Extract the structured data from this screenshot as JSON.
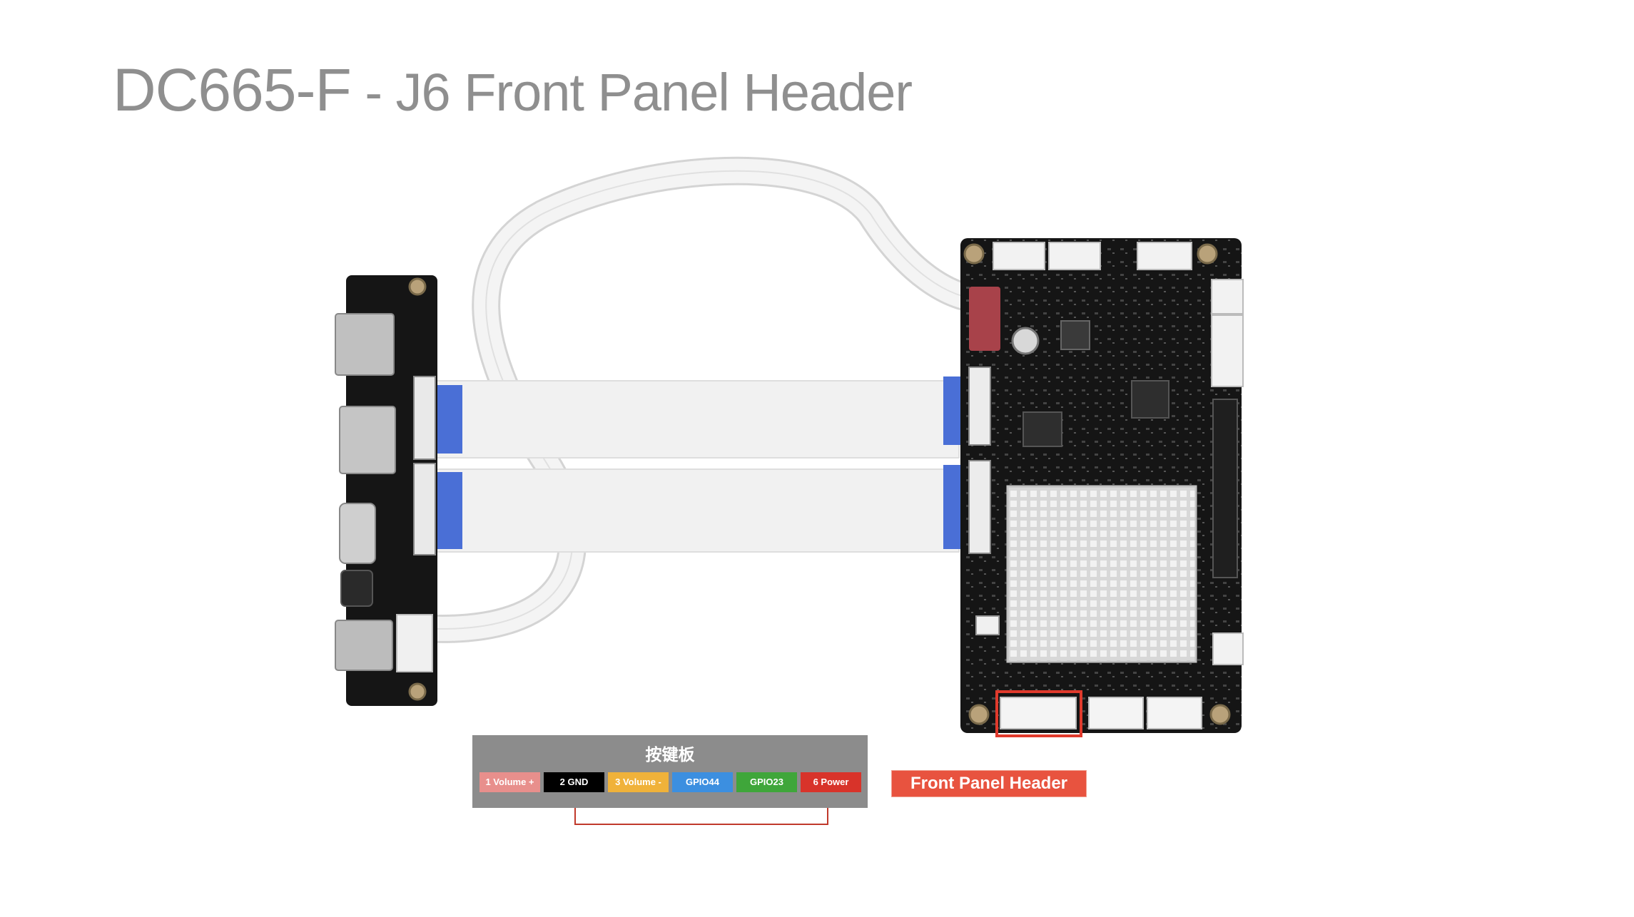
{
  "title": {
    "main": "DC665-F",
    "sep": " - ",
    "sub": "J6 Front Panel Header"
  },
  "pin_box": {
    "title": "按键板",
    "pins": [
      {
        "label": "1 Volume +",
        "color": "#e88f8c"
      },
      {
        "label": "2 GND",
        "color": "#000000"
      },
      {
        "label": "3 Volume -",
        "color": "#f0b23a"
      },
      {
        "label": "GPIO44",
        "color": "#3c8fe0"
      },
      {
        "label": "GPIO23",
        "color": "#3fa63a"
      },
      {
        "label": "6 Power",
        "color": "#d8332a"
      }
    ]
  },
  "front_panel_label": "Front Panel Header",
  "colors": {
    "highlight": "#e03a2c",
    "pcb": "#141414",
    "cable_blue": "#4a6fd6"
  }
}
